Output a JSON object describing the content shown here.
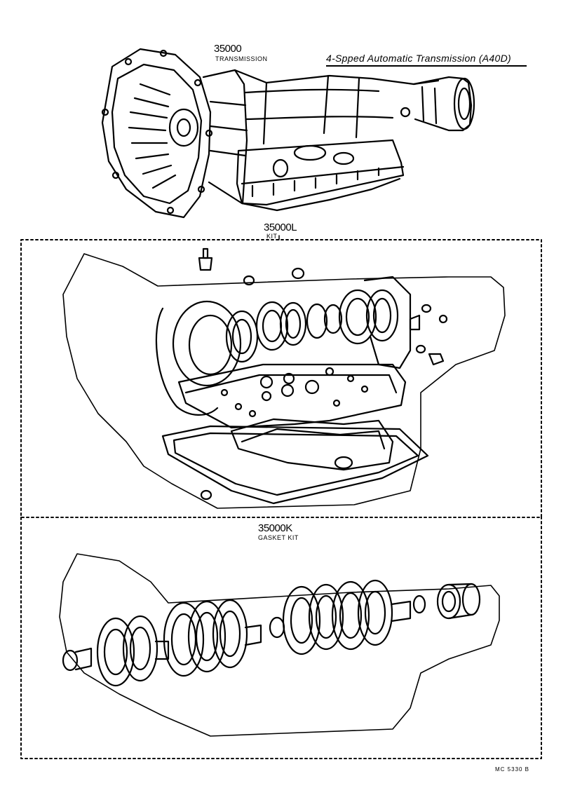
{
  "title": "4-Spped Automatic Transmission (A40D)",
  "parts": [
    {
      "number": "35000",
      "name": "TRANSMISSION"
    },
    {
      "number": "35000L",
      "name": "KIT"
    },
    {
      "number": "35000K",
      "name": "GASKET KIT"
    }
  ],
  "reference_code": "MC 5330 B",
  "colors": {
    "ink": "#000000",
    "paper": "#ffffff"
  }
}
